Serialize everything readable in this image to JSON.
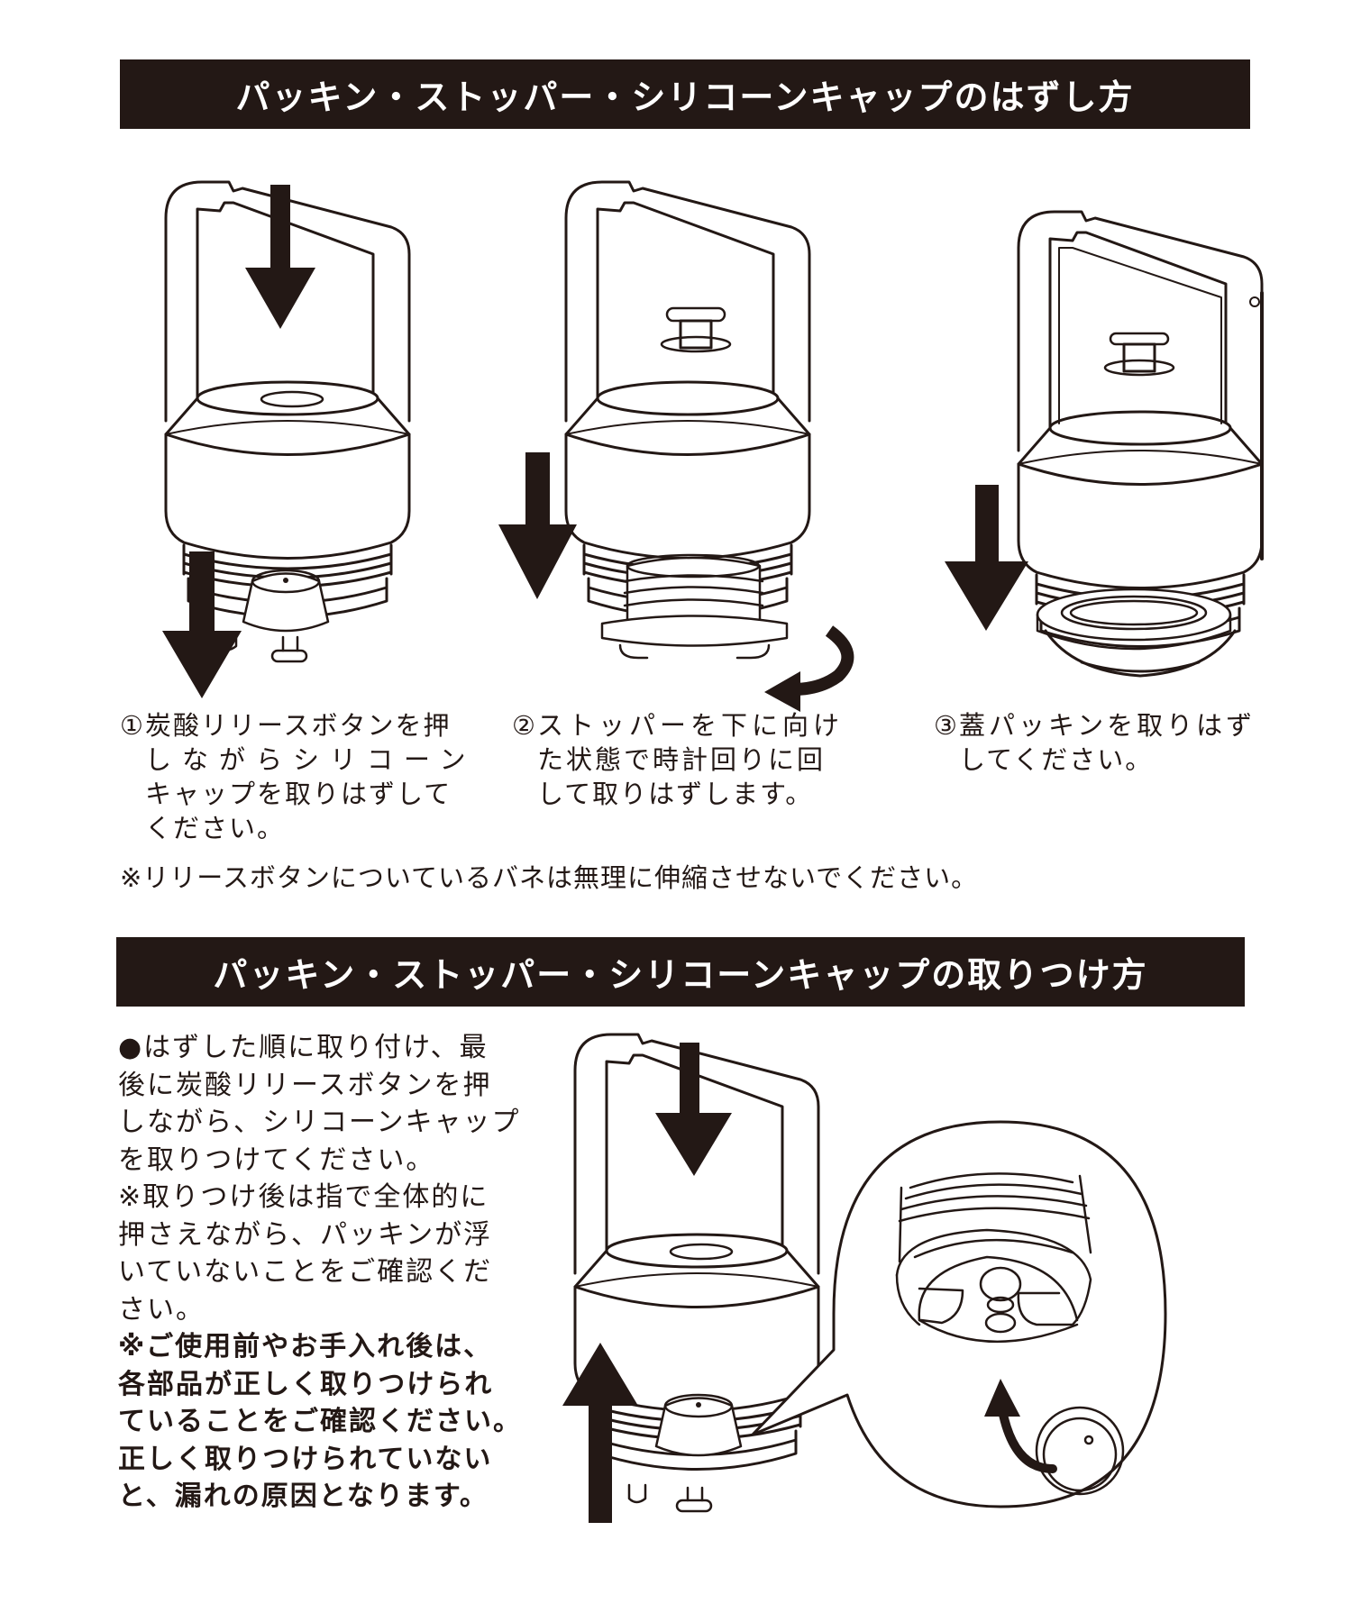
{
  "colors": {
    "header_bg": "#231815",
    "header_text": "#ffffff",
    "ink": "#231815",
    "background": "#ffffff"
  },
  "removal": {
    "title": "パッキン・ストッパー・シリコーンキャップのはずし方",
    "steps": [
      {
        "number": "①",
        "lines": [
          "炭酸リリースボタンを押",
          "しながらシリコーン",
          "キャップを取りはずして",
          "ください。"
        ]
      },
      {
        "number": "②",
        "lines": [
          "ストッパーを下に向け",
          "た状態で時計回りに回",
          "して取りはずします。"
        ]
      },
      {
        "number": "③",
        "lines": [
          "蓋パッキンを取りはず",
          "してください。"
        ]
      }
    ],
    "note": "※リリースボタンについているバネは無理に伸縮させないでください。"
  },
  "installation": {
    "title": "パッキン・ストッパー・シリコーンキャップの取りつけ方",
    "body_lines": [
      "●はずした順に取り付け、最",
      "後に炭酸リリースボタンを押",
      "しながら、シリコーンキャップ",
      "を取りつけてください。",
      "※取りつけ後は指で全体的に",
      "押さえながら、パッキンが浮",
      "いていないことをご確認くだ",
      "さい。"
    ],
    "warning_lines": [
      "※ご使用前やお手入れ後は、",
      "各部品が正しく取りつけられ",
      "ていることをご確認ください。",
      "正しく取りつけられていない",
      "と、漏れの原因となります。"
    ]
  },
  "icons": {
    "arrow": "down-arrow-icon",
    "rotate": "rotate-clockwise-icon",
    "up": "up-arrow-icon"
  }
}
